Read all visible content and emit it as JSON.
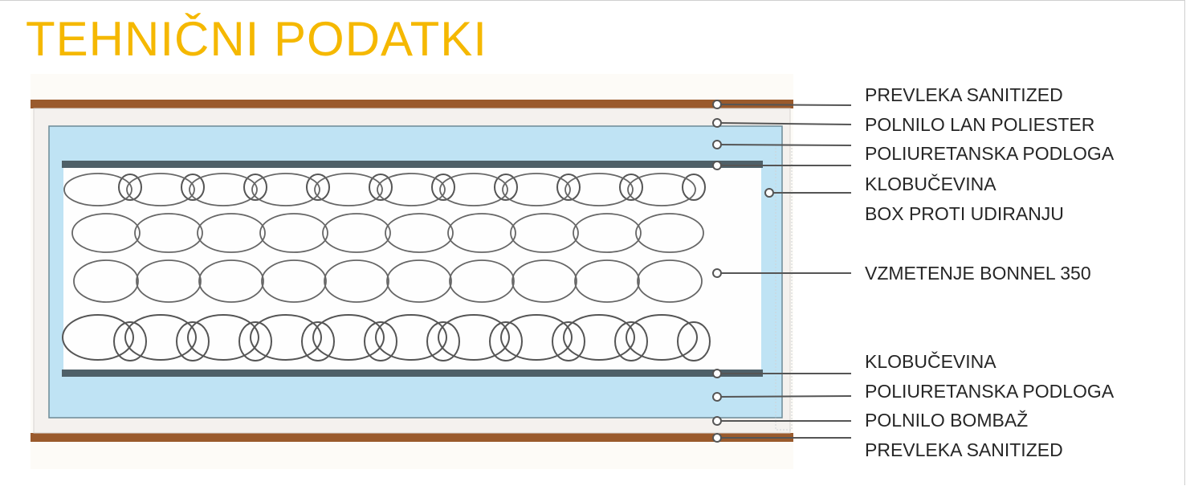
{
  "title": "TEHNIČNI PODATKI",
  "colors": {
    "title": "#f5b800",
    "cover": "#9a5a2c",
    "foam": "#bfe3f4",
    "felt": "#4f6068"
  },
  "layers": [
    "PREVLEKA SANITIZED",
    "POLNILO LAN POLIESTER",
    "POLIURETANSKA PODLOGA",
    "KLOBUČEVINA",
    "BOX PROTI UDIRANJU",
    "VZMETENJE BONNEL 350",
    "KLOBUČEVINA",
    "POLIURETANSKA PODLOGA",
    "POLNILO BOMBAŽ",
    "PREVLEKA SANITIZED"
  ]
}
